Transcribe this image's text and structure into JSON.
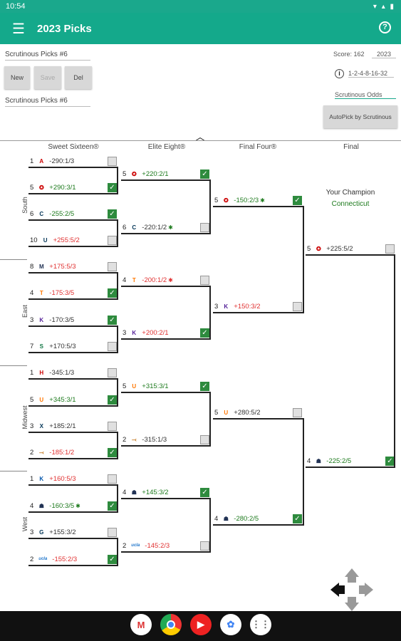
{
  "status": {
    "time": "10:54",
    "icons": "▾ ▴ ▮"
  },
  "appbar": {
    "title": "2023 Picks"
  },
  "picks": {
    "name_field": "Scrutinous Picks #6",
    "name_field2": "Scrutinous Picks #6",
    "new_label": "New",
    "save_label": "Save",
    "del_label": "Del",
    "score_label": "Score: 162",
    "year": "2023",
    "scoring": "1-2-4-8-16-32",
    "odds_label": "Scrutinous Odds",
    "autopick_label": "AutoPick by Scrutinous"
  },
  "headers": [
    "Sweet Sixteen®",
    "Elite Eight®",
    "Final Four®",
    "Final"
  ],
  "regions": [
    "South",
    "East",
    "Midwest",
    "West"
  ],
  "champion": {
    "label": "Your Champion",
    "team": "Connecticut"
  },
  "col0": [
    {
      "seed": "1",
      "odds": "-290:1/3",
      "color": "black",
      "checked": false,
      "logo": "A",
      "lc": "#c00"
    },
    {
      "seed": "5",
      "odds": "+290:3/1",
      "color": "green",
      "checked": true,
      "logo": "✪",
      "lc": "#c00"
    },
    {
      "seed": "6",
      "odds": "-255:2/5",
      "color": "green",
      "checked": true,
      "logo": "C",
      "lc": "#035"
    },
    {
      "seed": "10",
      "odds": "+255:5/2",
      "color": "red",
      "checked": false,
      "logo": "U",
      "lc": "#035"
    },
    {
      "seed": "8",
      "odds": "+175:5/3",
      "color": "red",
      "checked": false,
      "logo": "M",
      "lc": "#235"
    },
    {
      "seed": "4",
      "odds": "-175:3/5",
      "color": "red",
      "checked": true,
      "logo": "T",
      "lc": "#f70"
    },
    {
      "seed": "3",
      "odds": "-170:3/5",
      "color": "black",
      "checked": true,
      "logo": "K",
      "lc": "#529"
    },
    {
      "seed": "7",
      "odds": "+170:5/3",
      "color": "black",
      "checked": false,
      "logo": "S",
      "lc": "#174"
    },
    {
      "seed": "1",
      "odds": "-345:1/3",
      "color": "black",
      "checked": false,
      "logo": "H",
      "lc": "#c00"
    },
    {
      "seed": "5",
      "odds": "+345:3/1",
      "color": "green",
      "checked": true,
      "logo": "U",
      "lc": "#f70"
    },
    {
      "seed": "3",
      "odds": "+185:2/1",
      "color": "black",
      "checked": false,
      "logo": "X",
      "lc": "#035"
    },
    {
      "seed": "2",
      "odds": "-185:1/2",
      "color": "red",
      "checked": true,
      "logo": "⤙",
      "lc": "#b60"
    },
    {
      "seed": "1",
      "odds": "+160:5/3",
      "color": "red",
      "checked": false,
      "logo": "K",
      "lc": "#05a"
    },
    {
      "seed": "4",
      "odds": "-160:3/5",
      "color": "green",
      "checked": true,
      "logo": "☗",
      "lc": "#235",
      "star": true
    },
    {
      "seed": "3",
      "odds": "+155:3/2",
      "color": "black",
      "checked": false,
      "logo": "G",
      "lc": "#035"
    },
    {
      "seed": "2",
      "odds": "-155:2/3",
      "color": "red",
      "checked": true,
      "logo": "ucla",
      "lc": "#27c"
    }
  ],
  "col1": [
    {
      "seed": "5",
      "odds": "+220:2/1",
      "color": "green",
      "checked": true,
      "logo": "✪",
      "lc": "#c00"
    },
    {
      "seed": "6",
      "odds": "-220:1/2",
      "color": "black",
      "checked": false,
      "logo": "C",
      "lc": "#035",
      "star": true
    },
    {
      "seed": "4",
      "odds": "-200:1/2",
      "color": "red",
      "checked": false,
      "logo": "T",
      "lc": "#f70",
      "star": true
    },
    {
      "seed": "3",
      "odds": "+200:2/1",
      "color": "red",
      "checked": true,
      "logo": "K",
      "lc": "#529"
    },
    {
      "seed": "5",
      "odds": "+315:3/1",
      "color": "green",
      "checked": true,
      "logo": "U",
      "lc": "#f70"
    },
    {
      "seed": "2",
      "odds": "-315:1/3",
      "color": "black",
      "checked": false,
      "logo": "⤙",
      "lc": "#b60"
    },
    {
      "seed": "4",
      "odds": "+145:3/2",
      "color": "green",
      "checked": true,
      "logo": "☗",
      "lc": "#235"
    },
    {
      "seed": "2",
      "odds": "-145:2/3",
      "color": "red",
      "checked": false,
      "logo": "ucla",
      "lc": "#27c"
    }
  ],
  "col2": [
    {
      "seed": "5",
      "odds": "-150:2/3",
      "color": "green",
      "checked": true,
      "logo": "✪",
      "lc": "#c00",
      "star": true
    },
    {
      "seed": "3",
      "odds": "+150:3/2",
      "color": "red",
      "checked": false,
      "logo": "K",
      "lc": "#529"
    },
    {
      "seed": "5",
      "odds": "+280:5/2",
      "color": "black",
      "checked": false,
      "logo": "U",
      "lc": "#f70"
    },
    {
      "seed": "4",
      "odds": "-280:2/5",
      "color": "green",
      "checked": true,
      "logo": "☗",
      "lc": "#235"
    }
  ],
  "col3": [
    {
      "seed": "5",
      "odds": "+225:5/2",
      "color": "black",
      "checked": false,
      "logo": "✪",
      "lc": "#c00"
    },
    {
      "seed": "4",
      "odds": "-225:2/5",
      "color": "green",
      "checked": true,
      "logo": "☗",
      "lc": "#235"
    }
  ]
}
